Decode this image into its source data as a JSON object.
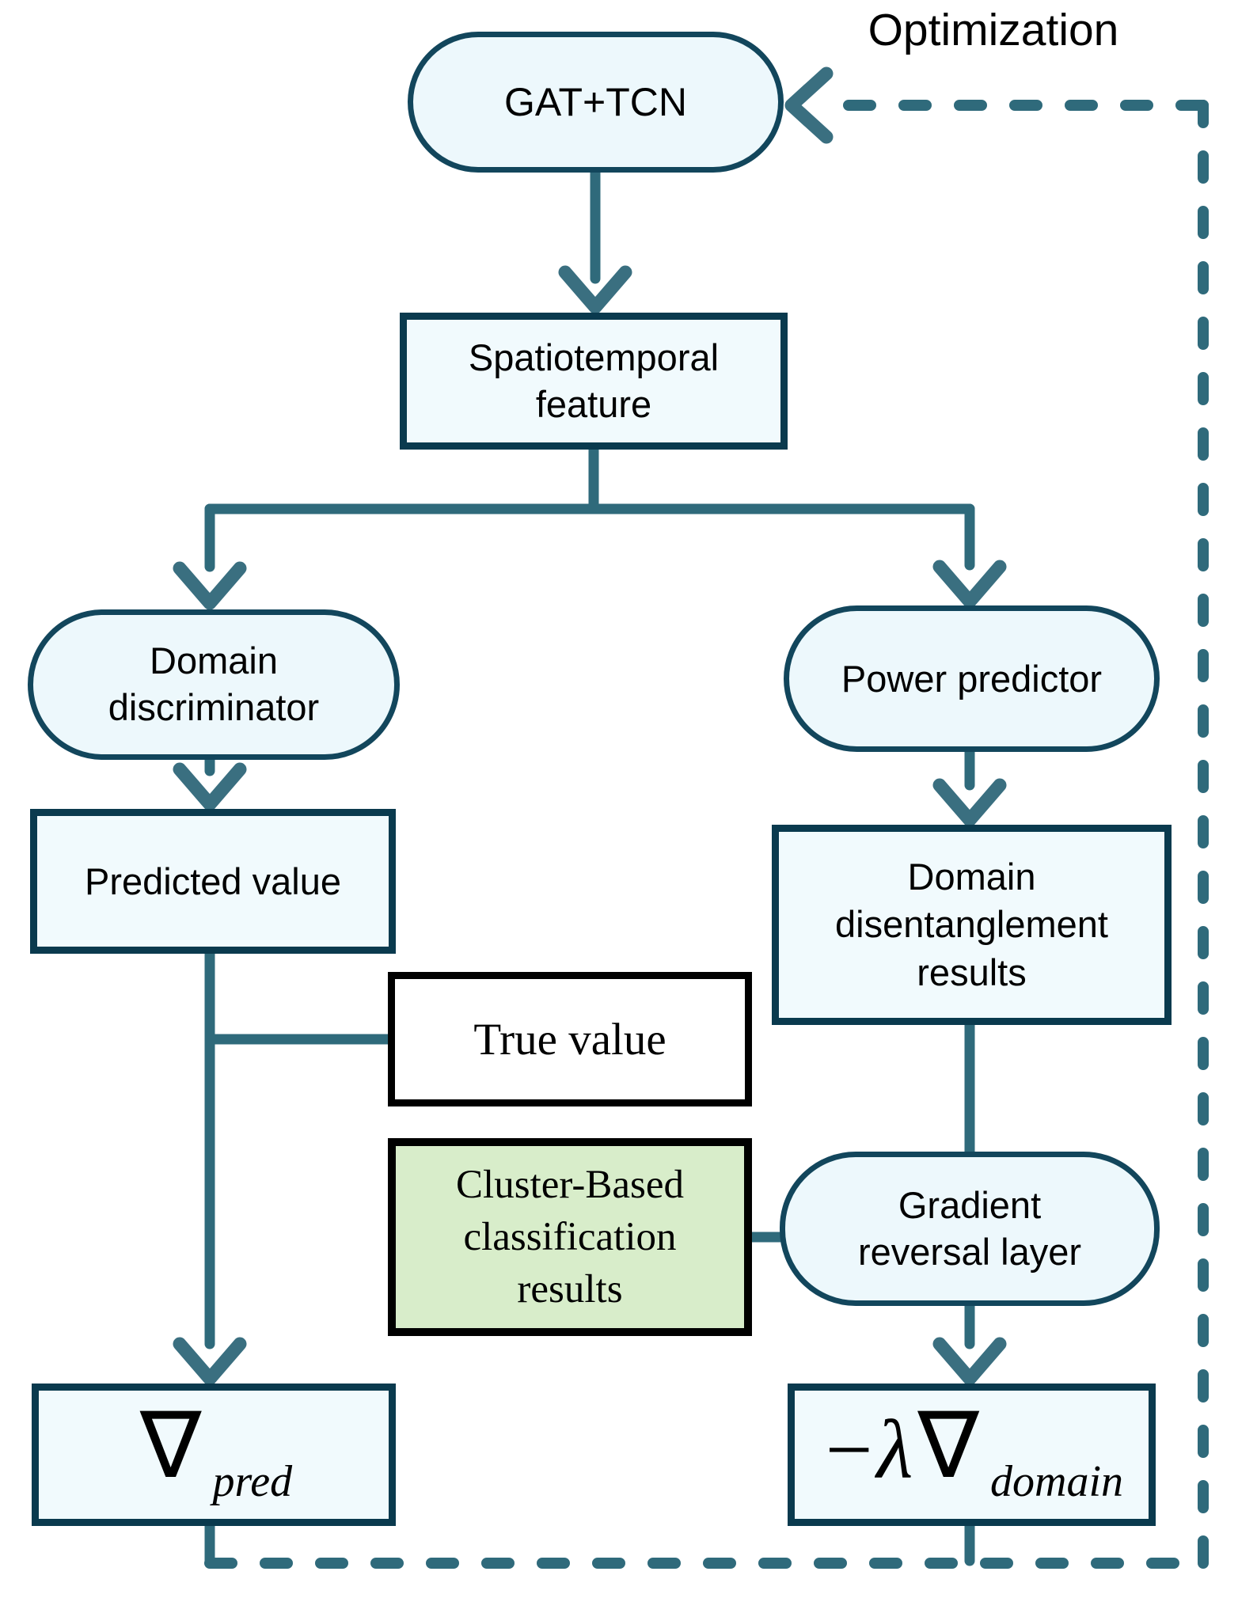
{
  "diagram": {
    "annotations": {
      "optimization": "Optimization"
    },
    "nodes": {
      "gat_tcn": {
        "label": "GAT+TCN"
      },
      "spatiotemporal_feature": {
        "label": "Spatiotemporal feature",
        "lines": [
          "Spatiotemporal",
          "feature"
        ]
      },
      "domain_discriminator": {
        "label": "Domain discriminator",
        "lines": [
          "Domain",
          "discriminator"
        ]
      },
      "power_predictor": {
        "label": "Power predictor"
      },
      "predicted_value": {
        "label": "Predicted value"
      },
      "domain_disentanglement": {
        "label": "Domain disentanglement results",
        "lines": [
          "Domain",
          "disentanglement",
          "results"
        ]
      },
      "true_value": {
        "label": "True value"
      },
      "cluster_classification": {
        "label": "Cluster-Based classification results",
        "lines": [
          "Cluster-Based",
          "classification",
          "results"
        ]
      },
      "gradient_reversal": {
        "label": "Gradient reversal layer",
        "lines": [
          "Gradient",
          "reversal layer"
        ]
      },
      "grad_pred": {
        "prefix": "",
        "nabla": "∇",
        "subscript": "pred"
      },
      "grad_domain": {
        "prefix": "−λ",
        "nabla": "∇",
        "subscript": "domain"
      }
    },
    "colors": {
      "rect_border": "#0a3a4e",
      "stadium_border": "#12465c",
      "connector": "#2f6a7b",
      "node_fill": "#f1fafd",
      "green_fill": "#d8edca",
      "plain_fill": "#ffffff",
      "black_border": "#000000",
      "text": "#000000"
    }
  }
}
